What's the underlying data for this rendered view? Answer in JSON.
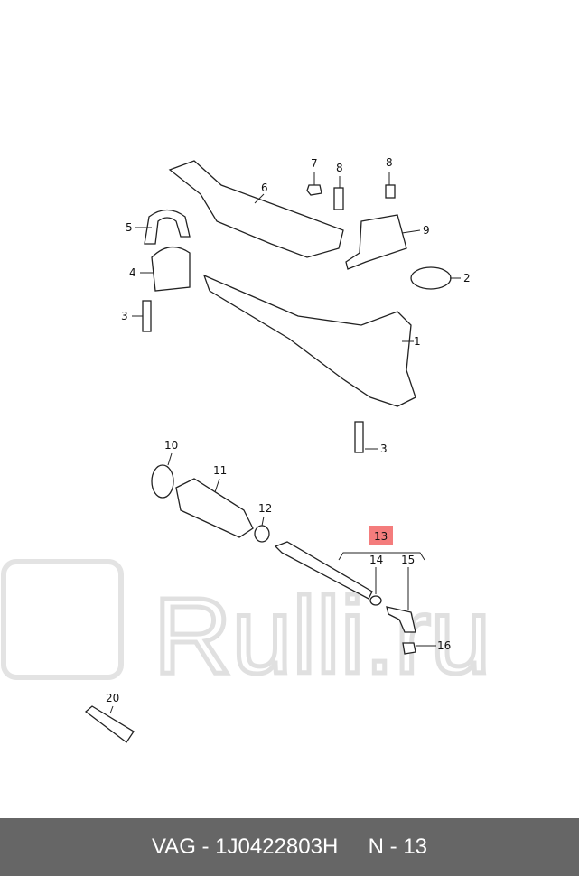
{
  "diagram": {
    "callouts": [
      "1",
      "2",
      "3",
      "3",
      "4",
      "5",
      "6",
      "7",
      "8",
      "8",
      "9",
      "10",
      "11",
      "12",
      "13",
      "14",
      "15",
      "16",
      "20"
    ],
    "highlighted_callout": "13",
    "highlight_color": "#f47c7c"
  },
  "watermark": {
    "text": "Rulli.ru"
  },
  "footer": {
    "brand": "VAG",
    "part_number": "1J0422803H",
    "position_label": "N",
    "position_number": "13"
  }
}
